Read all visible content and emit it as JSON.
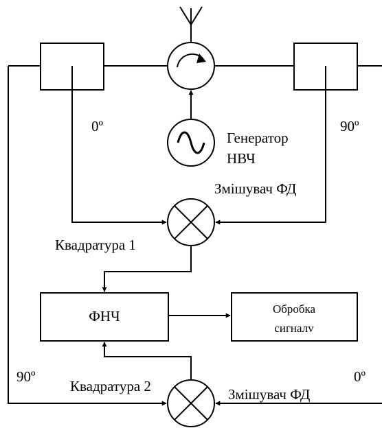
{
  "labels": {
    "phase_left_top": "0º",
    "phase_right_top": "90º",
    "generator_line1": "Генератор",
    "generator_line2": "НВЧ",
    "mixer_top": "Змішувач ФД",
    "quadrature_1": "Квадратура 1",
    "lpf": "ФНЧ",
    "processing_line1": "Обробка",
    "processing_line2": "сигналv",
    "phase_left_bottom": "90º",
    "quadrature_2": "Квадратура 2",
    "phase_right_bottom": "0º",
    "mixer_bottom": "Змішувач ФД"
  }
}
